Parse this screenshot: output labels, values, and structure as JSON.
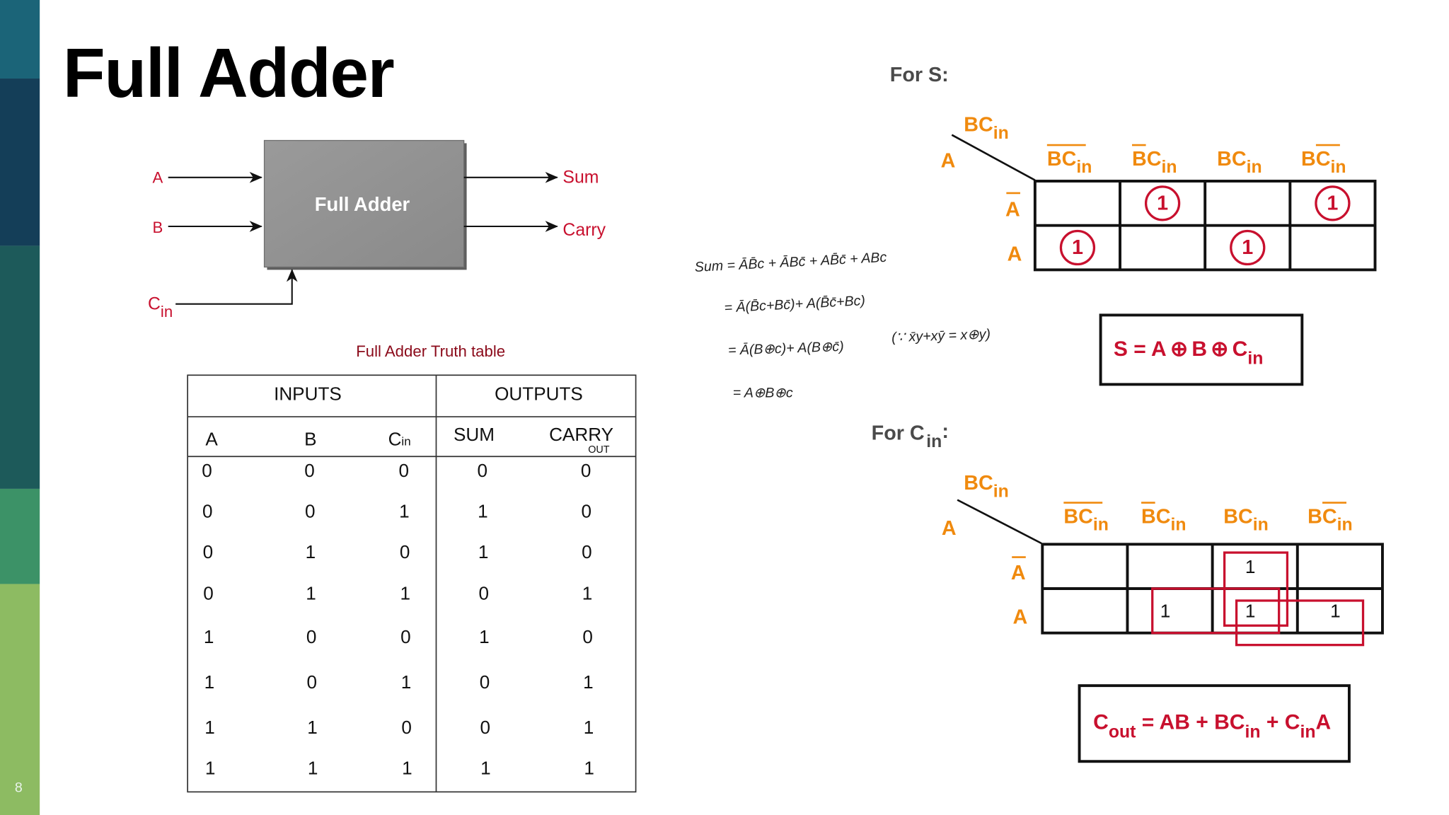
{
  "slide": {
    "title": "Full Adder",
    "page_number": "8",
    "band_colors": [
      "#1b6478",
      "#143e58",
      "#1d5a5a",
      "#3c9267",
      "#8dbb62"
    ]
  },
  "block": {
    "box_label": "Full Adder",
    "inputs": [
      "A",
      "B",
      "C"
    ],
    "cin_subscript": "in",
    "outputs": [
      "Sum",
      "Carry"
    ]
  },
  "truth_table": {
    "caption": "Full Adder Truth table",
    "group_headers": [
      "INPUTS",
      "OUTPUTS"
    ],
    "columns": [
      "A",
      "B",
      "C",
      "SUM",
      "CARRY"
    ],
    "cin_subscript": "in",
    "carry_subscript": "OUT",
    "rows": [
      [
        "0",
        "0",
        "0",
        "0",
        "0"
      ],
      [
        "0",
        "0",
        "1",
        "1",
        "0"
      ],
      [
        "0",
        "1",
        "0",
        "1",
        "0"
      ],
      [
        "0",
        "1",
        "1",
        "0",
        "1"
      ],
      [
        "1",
        "0",
        "0",
        "1",
        "0"
      ],
      [
        "1",
        "0",
        "1",
        "0",
        "1"
      ],
      [
        "1",
        "1",
        "0",
        "0",
        "1"
      ],
      [
        "1",
        "1",
        "1",
        "1",
        "1"
      ]
    ]
  },
  "derivation": {
    "lines": [
      "Sum = ĀB̄c + ĀBc̄ + AB̄c̄ + ABc",
      "= Ā(B̄c+Bc̄)+ A(B̄c̄+Bc)",
      "= Ā(B⊕c)+ A(B⊕c̄)",
      "= A⊕B⊕c"
    ],
    "note": "(∵ x̄y+xȳ = x⊕y)"
  },
  "kmap_sum": {
    "heading": "For S:",
    "corner_top": "BC",
    "corner_top_sub": "in",
    "corner_left": "A",
    "col_labels": [
      [
        "BC",
        "in"
      ],
      [
        "BC",
        "in"
      ],
      [
        "BC",
        "in"
      ],
      [
        "BC",
        "in"
      ]
    ],
    "row_labels": [
      "A",
      "A"
    ],
    "cells": [
      [
        "",
        "1",
        "",
        "1"
      ],
      [
        "1",
        "",
        "1",
        ""
      ]
    ],
    "result_parts": [
      "S = A",
      "B",
      "C",
      "in"
    ],
    "xor_symbol": "⊕"
  },
  "kmap_carry": {
    "heading": "For C",
    "heading_sub": "in",
    "heading_colon": ":",
    "corner_top": "BC",
    "corner_top_sub": "in",
    "corner_left": "A",
    "col_labels": [
      [
        "BC",
        "in"
      ],
      [
        "BC",
        "in"
      ],
      [
        "BC",
        "in"
      ],
      [
        "BC",
        "in"
      ]
    ],
    "row_labels": [
      "A",
      "A"
    ],
    "cells": [
      [
        "",
        "",
        "1",
        ""
      ],
      [
        "",
        "1",
        "1",
        "1"
      ]
    ],
    "result_parts": [
      "C",
      "out",
      " = AB + BC",
      "in",
      " + C",
      "in",
      "A"
    ]
  },
  "colors": {
    "orange": "#f08a0e",
    "red": "#c8102e",
    "dark_red": "#8b0a1a"
  }
}
